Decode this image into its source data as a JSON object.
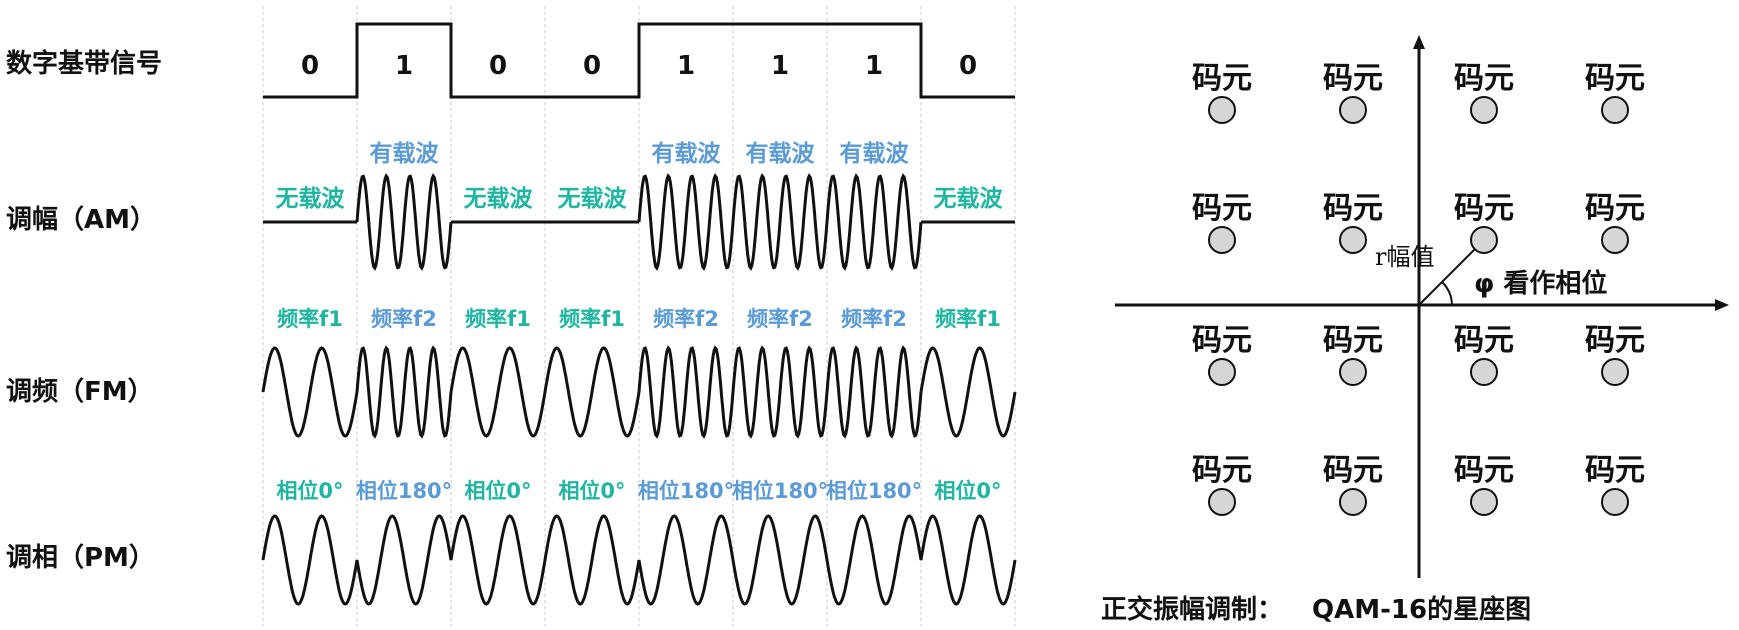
{
  "colors": {
    "carrier_present": "#5b9bd5",
    "carrier_absent": "#1fb5a0",
    "ink": "#111111",
    "grid": "#c8c8c8",
    "point_fill": "#d6d6d6"
  },
  "row_labels": {
    "baseband": "数字基带信号",
    "am": "调幅（AM）",
    "fm": "调频（FM）",
    "pm": "调相（PM）"
  },
  "bits": [
    "0",
    "1",
    "0",
    "0",
    "1",
    "1",
    "1",
    "0"
  ],
  "am_labels": [
    "无载波",
    "有载波",
    "无载波",
    "无载波",
    "有载波",
    "有载波",
    "有载波",
    "无载波"
  ],
  "fm_labels": [
    "频率f1",
    "频率f2",
    "频率f1",
    "频率f1",
    "频率f2",
    "频率f2",
    "频率f2",
    "频率f1"
  ],
  "pm_labels": [
    "相位0°",
    "相位180°",
    "相位0°",
    "相位0°",
    "相位180°",
    "相位180°",
    "相位180°",
    "相位0°"
  ],
  "constellation": {
    "symbol_label": "码元",
    "grid_rows": 4,
    "grid_cols": 4,
    "amplitude_label": "r幅值",
    "phase_label": "φ 看作相位"
  },
  "caption": {
    "prefix": "正交振幅调制：",
    "title": "QAM-16的星座图"
  }
}
